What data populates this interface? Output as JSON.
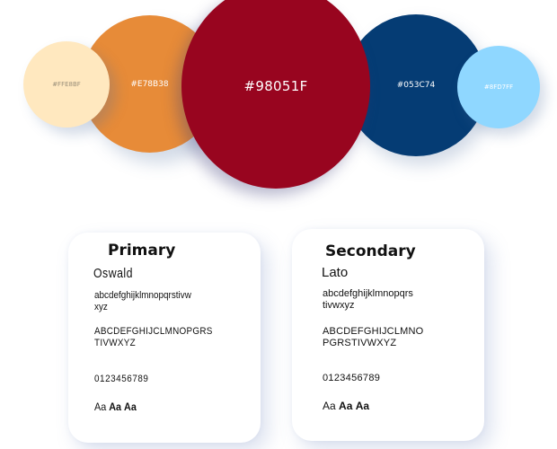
{
  "palette": [
    {
      "hex": "#FFE8BF",
      "label": "#FFE8BF"
    },
    {
      "hex": "#E78B38",
      "label": "#E78B38"
    },
    {
      "hex": "#98051F",
      "label": "#98051F"
    },
    {
      "hex": "#053C74",
      "label": "#053C74"
    },
    {
      "hex": "#8FD7FF",
      "label": "#8FD7FF"
    }
  ],
  "typography": {
    "primary": {
      "title": "Primary",
      "font_name": "Oswald",
      "lowercase": "abcdefghijklmnopqrstivw\nxyz",
      "uppercase": "ABCDEFGHIJCLMNOPGRS\nTIVWXYZ",
      "digits": "0123456789",
      "aa_regular": "Aa",
      "aa_bold": "Aa",
      "aa_black": "Aa"
    },
    "secondary": {
      "title": "Secondary",
      "font_name": "Lato",
      "lowercase": "abcdefghijklmnopqrs\ntivwxyz",
      "uppercase": "ABCDEFGHIJCLMNO\nPGRSTIVWXYZ",
      "digits": "0123456789",
      "aa_regular": "Aa",
      "aa_bold": "Aa",
      "aa_black": "Aa"
    }
  }
}
